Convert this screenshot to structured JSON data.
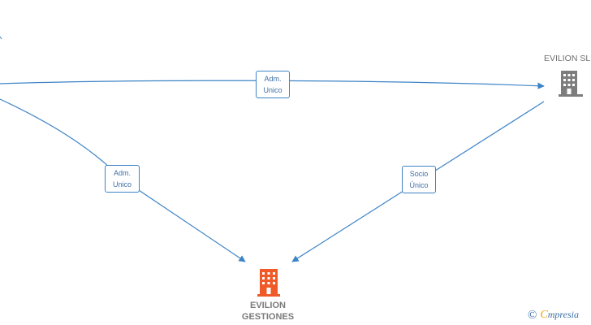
{
  "nodes": {
    "top_right": {
      "label": "EVILION SL",
      "icon": "building-icon",
      "color": "#7d7d7d"
    },
    "bottom": {
      "label_line1": "EVILION",
      "label_line2": "GESTIONES",
      "icon": "building-icon",
      "color": "#f05a28"
    }
  },
  "edges": [
    {
      "id": "top",
      "line1": "Adm.",
      "line2": "Unico"
    },
    {
      "id": "left",
      "line1": "Adm.",
      "line2": "Unico"
    },
    {
      "id": "right",
      "line1": "Socio",
      "line2": "Único"
    }
  ],
  "colors": {
    "edge": "#3d84c6"
  },
  "watermark": {
    "copyright": "©",
    "brand_initial": "C",
    "brand_rest": "mpresia"
  }
}
